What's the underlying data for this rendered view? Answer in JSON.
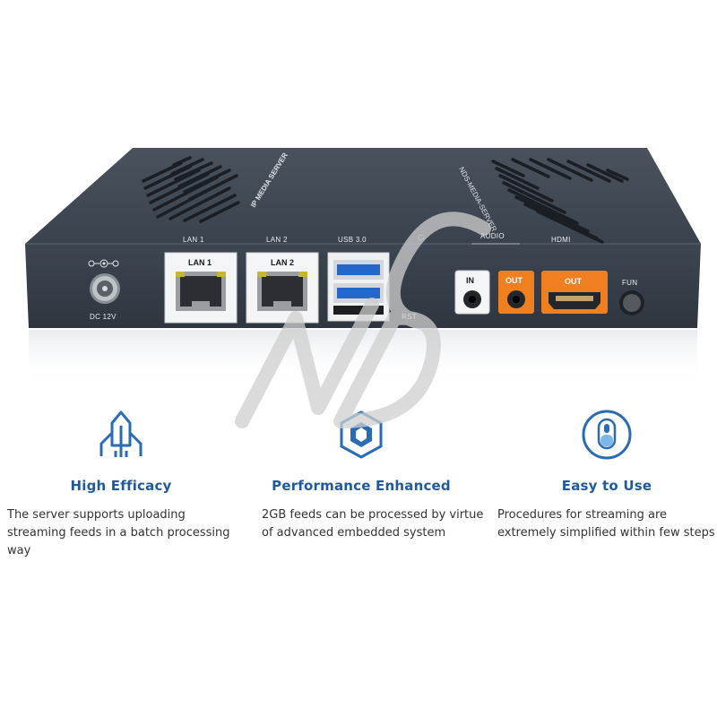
{
  "device": {
    "top_label": "IP MEDIA SERVER",
    "top_label_right": "NDS-MEDIA-SERVER",
    "ports": {
      "dc_label": "DC 12V",
      "lan1_label": "LAN 1",
      "lan1_top": "LAN 1",
      "lan2_label": "LAN 2",
      "lan2_top": "LAN 2",
      "usb_top": "USB 3.0",
      "rst_label": "RST",
      "audio_group": "AUDIO",
      "audio_in": "IN",
      "audio_out": "OUT",
      "hdmi_top": "HDMI",
      "hdmi_out": "OUT",
      "fun_label": "FUN"
    },
    "colors": {
      "body": "#39414d",
      "accent_orange": "#f07f1f"
    }
  },
  "features": [
    {
      "icon": "rocket-icon",
      "title": "High Efficacy",
      "description": "The server supports uploading streaming feeds in a batch processing way"
    },
    {
      "icon": "cube-icon",
      "title": "Performance Enhanced",
      "description": "2GB feeds can be processed by virtue of advanced embedded system"
    },
    {
      "icon": "mouse-icon",
      "title": "Easy to Use",
      "description": "Procedures for streaming are extremely simplified within few steps"
    }
  ],
  "watermark": "NDC",
  "colors": {
    "title_blue": "#1f5a9c",
    "text": "#333333"
  }
}
